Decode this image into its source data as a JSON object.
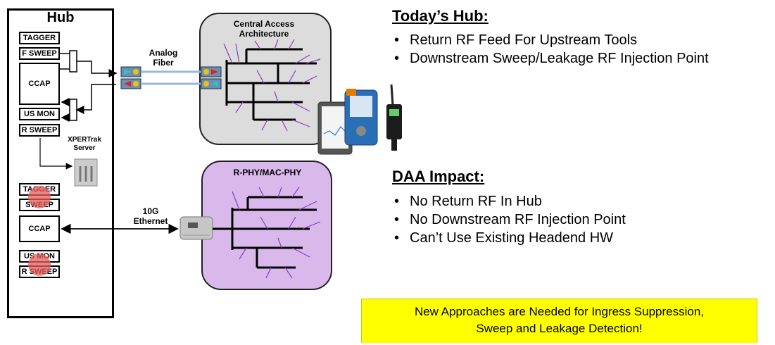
{
  "hub": {
    "title": "Hub",
    "blocks_top": [
      "TAGGER",
      "F SWEEP",
      "CCAP",
      "US MON",
      "R SWEEP"
    ],
    "blocks_bottom": [
      "TAGGER",
      "SWEEP",
      "CCAP",
      "US MON",
      "R SWEEP"
    ],
    "server_label": "XPERTrak Server"
  },
  "links": {
    "analog_fiber": "Analog Fiber",
    "ethernet": "10G Ethernet"
  },
  "clouds": {
    "central": "Central Access Architecture",
    "rphy": "R-PHY/MAC-PHY"
  },
  "todays_hub": {
    "heading": "Today’s Hub:",
    "bullets": [
      "Return RF Feed For Upstream Tools",
      "Downstream Sweep/Leakage RF Injection Point"
    ]
  },
  "daa_impact": {
    "heading": "DAA Impact:",
    "bullets": [
      "No Return RF In Hub",
      "No Downstream RF Injection Point",
      "Can’t Use Existing Headend HW"
    ]
  },
  "callout": {
    "line1": "New Approaches are Needed for Ingress Suppression,",
    "line2": "Sweep and Leakage  Detection!"
  },
  "colors": {
    "central_cloud": "#dcdcdc",
    "rphy_cloud": "#d9b8ec",
    "network_purple": "#8a3cc0",
    "fiber": "#9bb7d8",
    "callout": "#ffff00",
    "no_mark": "#e85c5c"
  }
}
